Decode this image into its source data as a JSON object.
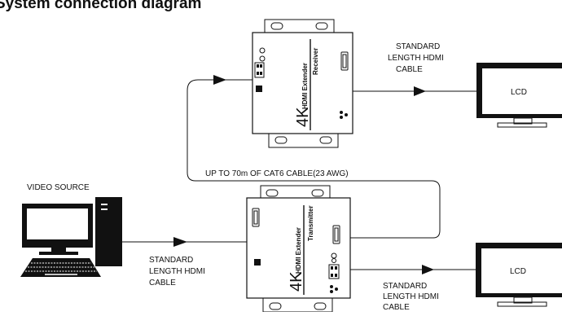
{
  "title": "System connection diagram",
  "receiver": {
    "brand": "4K",
    "product": "HDMI Extender",
    "role": "Receiver"
  },
  "transmitter": {
    "brand": "4K",
    "product": "HDMI Extender",
    "role": "Transmitter"
  },
  "cat6_label": "UP TO 70m OF CAT6 CABLE(23 AWG)",
  "video_source_label": "VIDEO SOURCE",
  "hdmi_cable_label": [
    "STANDARD",
    "LENGTH HDMI",
    "CABLE"
  ],
  "lcd_label": "LCD"
}
